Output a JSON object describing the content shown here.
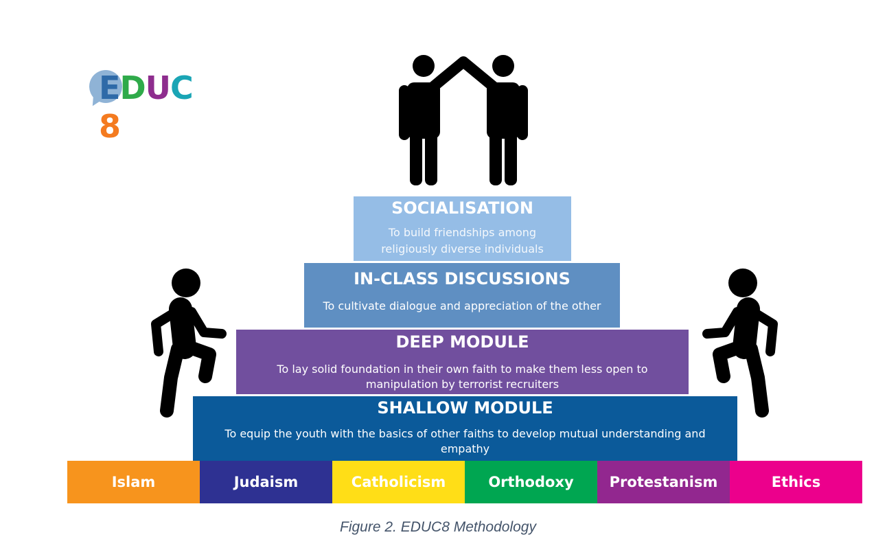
{
  "logo": {
    "letters": [
      {
        "char": "E",
        "color": "#2e6aa8"
      },
      {
        "char": "D",
        "color": "#2faa4a"
      },
      {
        "char": "U",
        "color": "#8e2d8e"
      },
      {
        "char": "C",
        "color": "#1aa5b5"
      },
      {
        "char": "8",
        "color": "#f47b20"
      }
    ]
  },
  "tiers": [
    {
      "title": "SOCIALISATION",
      "description_lines": [
        "To build friendships among",
        "religiously diverse individuals"
      ],
      "color": "#95bde6"
    },
    {
      "title": "IN-CLASS DISCUSSIONS",
      "description_lines": [
        "To cultivate dialogue and appreciation of the other"
      ],
      "color": "#5f8fc2"
    },
    {
      "title": "DEEP MODULE",
      "description_lines": [
        "To lay solid foundation in their own faith to make them less open to",
        "manipulation by terrorist recruiters"
      ],
      "color": "#714f9e"
    },
    {
      "title": "SHALLOW MODULE",
      "description_lines": [
        "To equip the youth with the basics of other faiths to develop mutual understanding and",
        "empathy"
      ],
      "color": "#0b5a9a"
    }
  ],
  "faiths": [
    {
      "label": "Islam",
      "color": "#f7941d"
    },
    {
      "label": "Judaism",
      "color": "#2e3192"
    },
    {
      "label": "Catholicism",
      "color": "#ffde17"
    },
    {
      "label": "Orthodoxy",
      "color": "#00a651"
    },
    {
      "label": "Protestanism",
      "color": "#92278f"
    },
    {
      "label": "Ethics",
      "color": "#ec008c"
    }
  ],
  "icons": {
    "top": "two-people-forming-roof-icon",
    "left": "person-climbing-stairs-icon",
    "right": "person-climbing-stairs-icon"
  },
  "caption": "Figure 2. EDUC8 Methodology"
}
